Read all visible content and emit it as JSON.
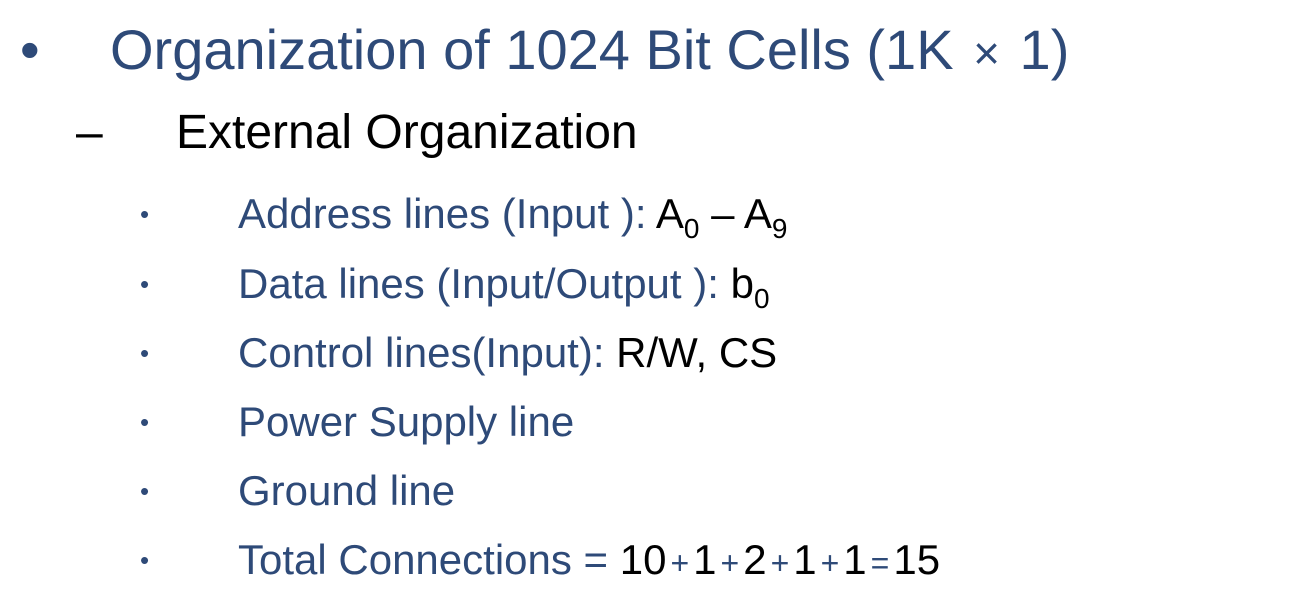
{
  "slide": {
    "title": {
      "bullet": "•",
      "text_before": "Organization of 1024 Bit Cells (1K ",
      "times": "×",
      "text_after": " 1)"
    },
    "subheading": {
      "bullet": "–",
      "text": "External Organization"
    },
    "items": [
      {
        "bullet": "•",
        "label": "Address lines (Input ):",
        "v1": "A",
        "v1_sub": "0",
        "sep": " – ",
        "v2": "A",
        "v2_sub": "9"
      },
      {
        "bullet": "•",
        "label": "Data lines (Input/Output ):",
        "v1": "b",
        "v1_sub": "0"
      },
      {
        "bullet": "•",
        "label": "Control lines(Input):",
        "value": "R/W, CS"
      },
      {
        "bullet": "•",
        "label": "Power Supply line"
      },
      {
        "bullet": "•",
        "label": "Ground line"
      },
      {
        "bullet": "•",
        "label": "Total Connections =",
        "n1": "10",
        "p1": "+",
        "n2": "1",
        "p2": "+",
        "n3": "2",
        "p3": "+",
        "n4": "1",
        "p4": "+",
        "n5": "1",
        "eq": "=",
        "total": "15"
      }
    ]
  }
}
